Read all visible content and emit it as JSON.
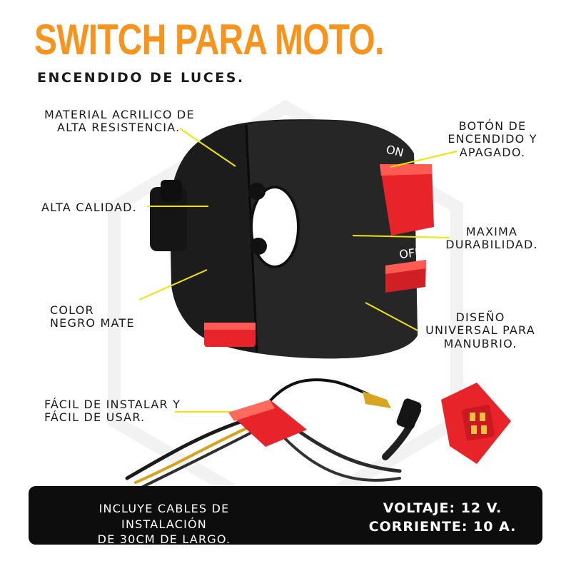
{
  "header": {
    "title": "SWITCH PARA MOTO.",
    "subtitle": "ENCENDIDO DE LUCES."
  },
  "features": {
    "material": {
      "line1": "MATERIAL ACRILICO DE",
      "line2": "ALTA RESISTENCIA."
    },
    "quality": {
      "line1": "ALTA CALIDAD."
    },
    "color": {
      "line1": "COLOR",
      "line2": "NEGRO MATE"
    },
    "button": {
      "line1": "BOTÓN DE",
      "line2": "ENCENDIDO Y",
      "line3": "APAGADO."
    },
    "durability": {
      "line1": "MAXIMA",
      "line2": "DURABILIDAD."
    },
    "design": {
      "line1": "DISEÑO",
      "line2": "UNIVERSAL PARA",
      "line3": "MANUBRIO."
    },
    "install": {
      "line1": "FÁCIL DE INSTALAR Y",
      "line2": "FÁCIL DE USAR."
    }
  },
  "product": {
    "on_label": "ON",
    "off_label": "OFF"
  },
  "banner": {
    "includes_line1": "INCLUYE CABLES DE INSTALACIÓN",
    "includes_line2": "DE 30CM DE LARGO.",
    "voltage": "VOLTAJE: 12 V.",
    "current": "CORRIENTE: 10 A."
  },
  "colors": {
    "accent_orange": "#f7941d",
    "leader_yellow": "#f2e400",
    "switch_red": "#e8232a",
    "body_black": "#1a1a1a",
    "banner_bg": "#0d0d0d",
    "text_dark": "#1a1a1a",
    "text_light": "#ffffff"
  }
}
